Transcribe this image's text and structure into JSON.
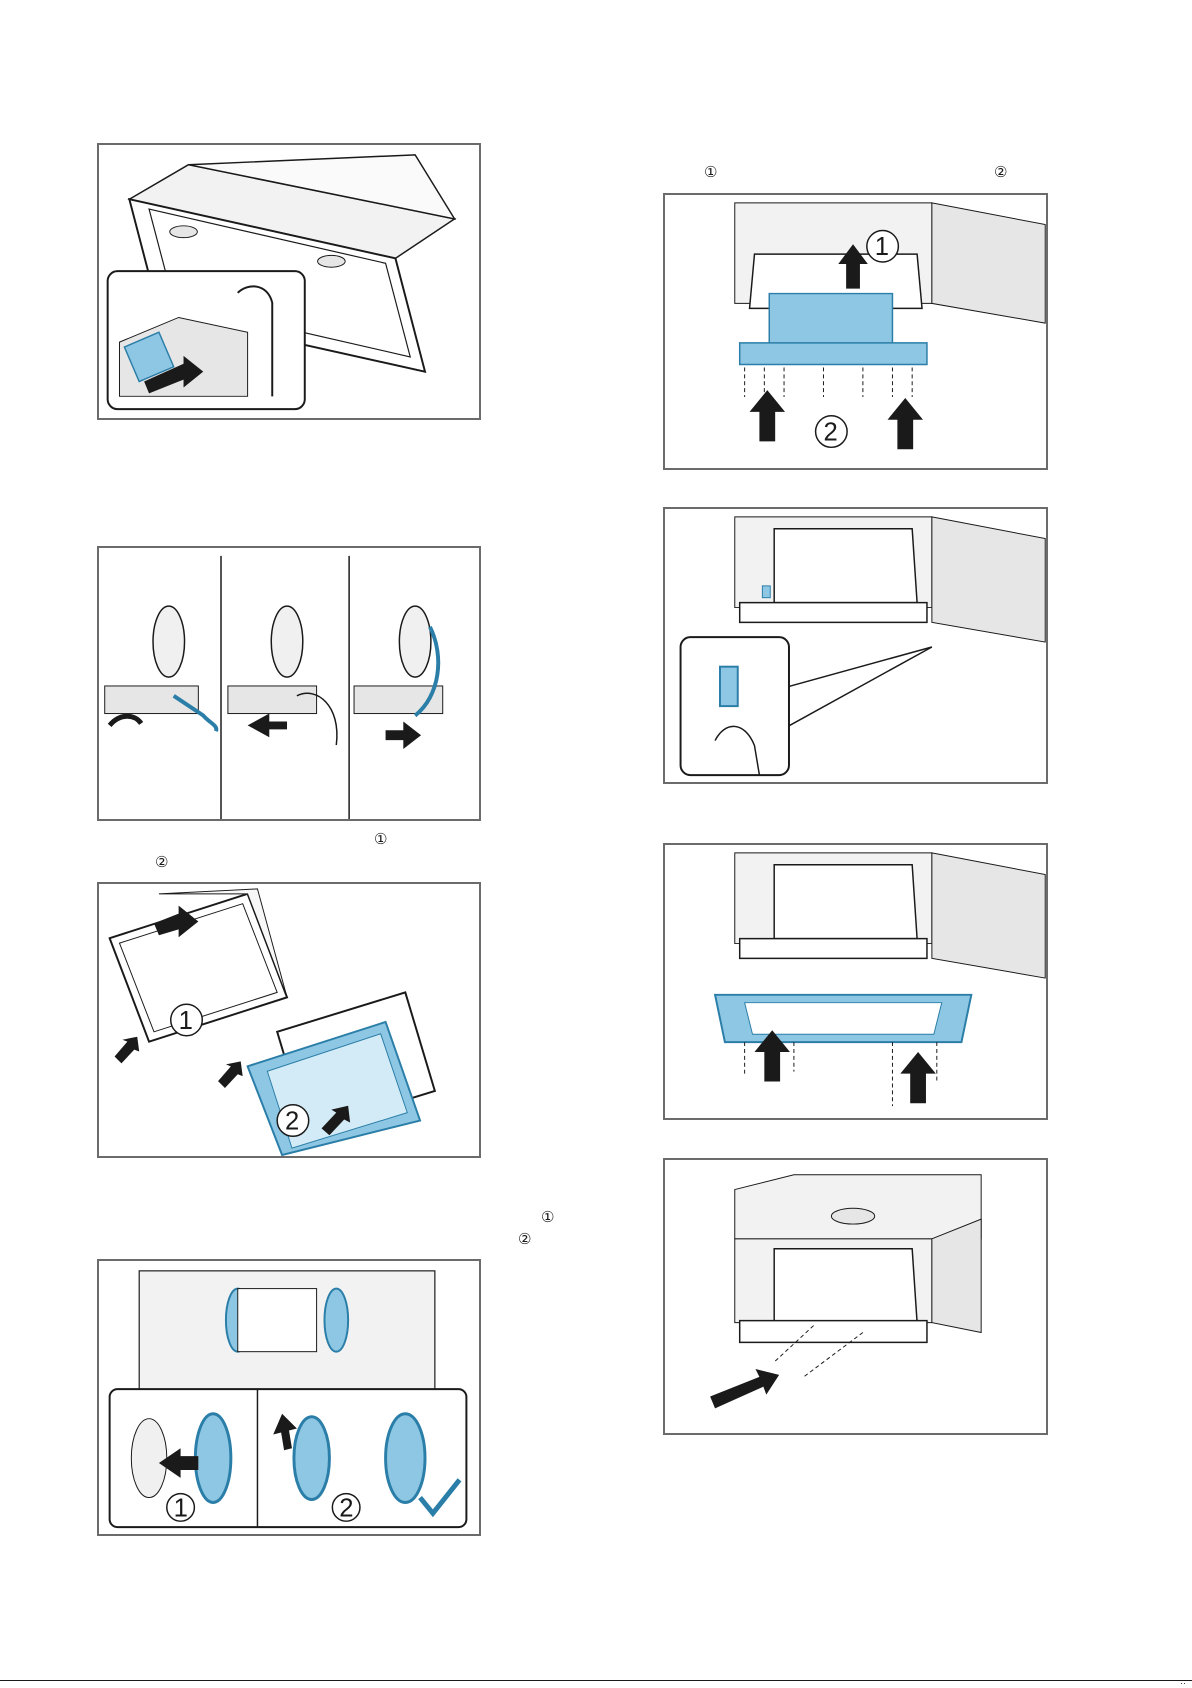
{
  "markers": {
    "top_right_1": "①",
    "top_right_2": "②",
    "left_mid_1": "①",
    "left_mid_2": "②",
    "left_lower_1": "①",
    "left_lower_2": "②"
  },
  "figures": {
    "fig_a": {
      "callouts": []
    },
    "fig_c": {
      "callouts": []
    },
    "fig_e": {
      "callouts": [
        "1",
        "2"
      ]
    },
    "fig_g": {
      "callouts": [
        "1",
        "2"
      ]
    },
    "fig_b": {
      "callouts": [
        "1",
        "2"
      ]
    },
    "fig_d": {
      "callouts": []
    },
    "fig_f": {
      "callouts": []
    },
    "fig_h": {
      "callouts": []
    }
  },
  "colors": {
    "accent_blue": "#8ec7e3",
    "accent_blue_stroke": "#2a7ea8",
    "frame_gray": "#6b6b6b",
    "line_dark": "#1a1a1a",
    "shade_light": "#e6e6e6"
  },
  "page_number": "··"
}
